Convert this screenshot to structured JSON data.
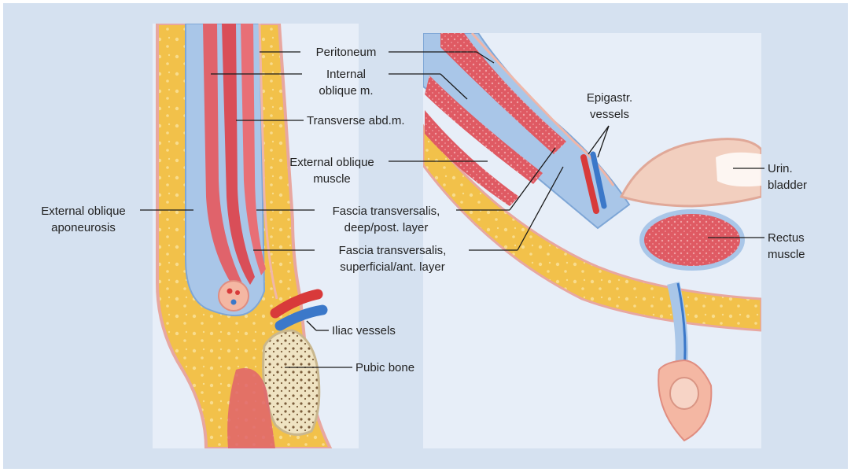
{
  "colors": {
    "background": "#d5e1f0",
    "panel": "#e7eef8",
    "fat": "#f2c14a",
    "fascia": "#a9c6e8",
    "muscle": "#e0636b",
    "artery": "#d83a3a",
    "vein": "#3b78c9",
    "bone": "#efe3c2",
    "skin": "#f4b7a3",
    "leader": "#1a1a1a"
  },
  "labels": {
    "peritoneum": "Peritoneum",
    "internal_oblique": [
      "Internal",
      "oblique m."
    ],
    "transverse": "Transverse abd.m.",
    "external_oblique_muscle": [
      "External oblique",
      "muscle"
    ],
    "external_oblique_aponeurosis": [
      "External oblique",
      "aponeurosis"
    ],
    "fascia_deep": [
      "Fascia transversalis,",
      "deep/post. layer"
    ],
    "fascia_superficial": [
      "Fascia transversalis,",
      "superficial/ant. layer"
    ],
    "iliac_vessels": "Iliac vessels",
    "pubic_bone": "Pubic bone",
    "epigastric_vessels": [
      "Epigastr.",
      "vessels"
    ],
    "urinary_bladder": [
      "Urin.",
      "bladder"
    ],
    "rectus_muscle": [
      "Rectus",
      "muscle"
    ]
  }
}
